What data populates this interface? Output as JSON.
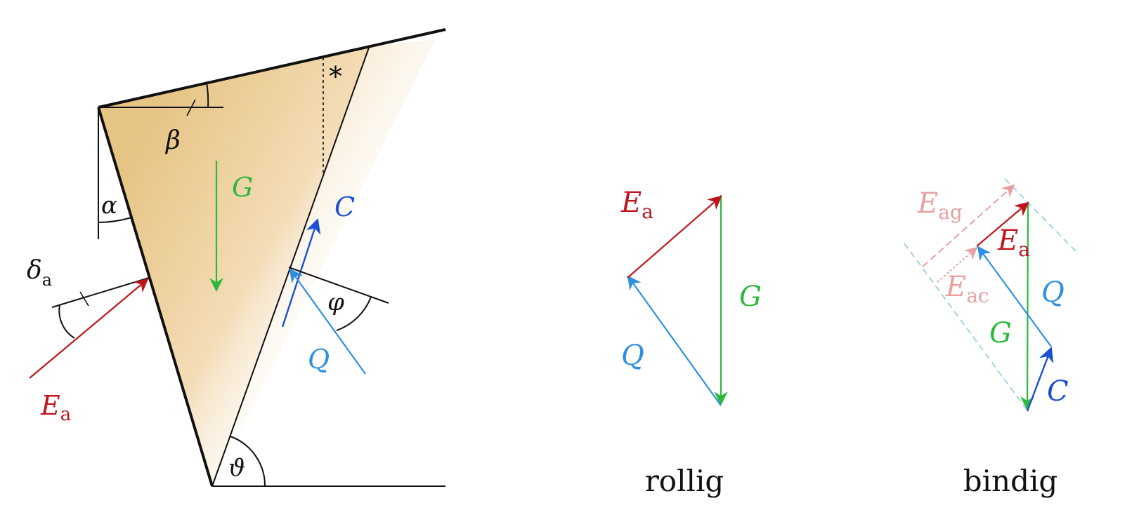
{
  "colors": {
    "earth_dark": "#e6c484",
    "earth_light": "#fbefdc",
    "red": "#c0141c",
    "green": "#2db83d",
    "blue_dark": "#1a4fd1",
    "blue_light": "#2e90e0",
    "pink": "#e8a0a0",
    "dash_blue": "#9ccbe8",
    "black": "#111111"
  },
  "left": {
    "angles": {
      "beta": "β",
      "alpha": "α",
      "theta": "ϑ",
      "phi": "φ",
      "delta": "δ",
      "delta_sub": "a",
      "star": "*"
    },
    "forces": {
      "G": "G",
      "C": "C",
      "Q": "Q",
      "E": "E",
      "E_sub": "a"
    }
  },
  "middle": {
    "caption": "rollig",
    "E": "E",
    "E_sub": "a",
    "G": "G",
    "Q": "Q"
  },
  "right": {
    "caption": "bindig",
    "E_ag": "E",
    "E_ag_sub": "ag",
    "E_a": "E",
    "E_a_sub": "a",
    "E_ac": "E",
    "E_ac_sub": "ac",
    "Q": "Q",
    "G": "G",
    "C": "C"
  }
}
